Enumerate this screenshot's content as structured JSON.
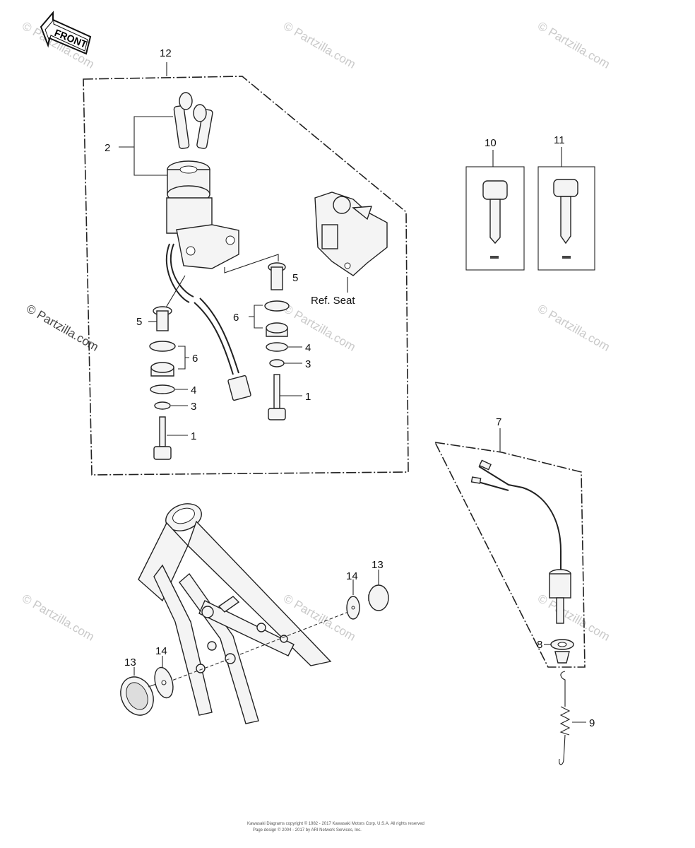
{
  "front_label": "FRONT",
  "ref_seat": "Ref. Seat",
  "watermark": "© Partzilla.com",
  "copyright": [
    "Kawasaki Diagrams copyright © 1982 - 2017 Kawasaki Motors Corp. U.S.A. All rights reserved",
    "Page design © 2004 - 2017 by ARI Network Services, Inc."
  ],
  "callouts": {
    "c12": "12",
    "c2": "2",
    "c5a": "5",
    "c6a": "6",
    "c4a": "4",
    "c3a": "3",
    "c1a": "1",
    "c5b": "5",
    "c6b": "6",
    "c4b": "4",
    "c3b": "3",
    "c1b": "1",
    "c10": "10",
    "c11": "11",
    "c7": "7",
    "c8": "8",
    "c9": "9",
    "c13a": "13",
    "c14a": "14",
    "c13b": "13",
    "c14b": "14"
  }
}
